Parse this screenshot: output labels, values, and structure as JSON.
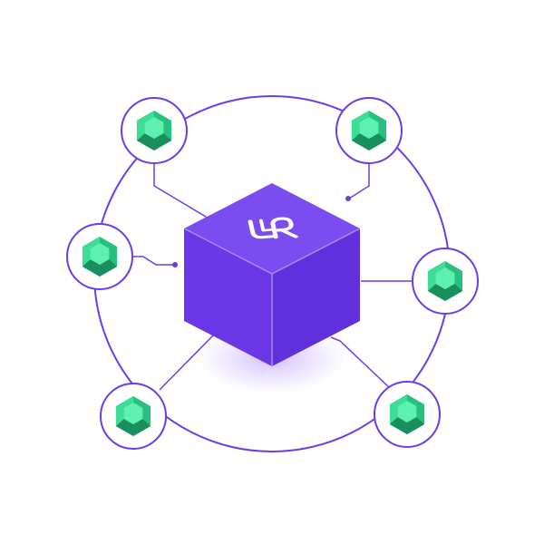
{
  "colors": {
    "background": "#ffffff",
    "ring": "#6a3de8",
    "cube_top": "#7b4cf0",
    "cube_left": "#6a36e6",
    "cube_right": "#6030dd",
    "cube_edge": "#a98bf7",
    "glow": "#c9b3ff",
    "node_border": "#6a3de8",
    "node_fill": "#ffffff",
    "gem_light": "#3ddc97",
    "gem_mid": "#27c07f",
    "gem_dark": "#1a8f5e",
    "gem_top": "#5ef0b0",
    "logo": "#ffffff"
  },
  "center": {
    "name": "central-cube",
    "logo_icon": "lp-logo-icon"
  },
  "nodes": [
    {
      "name": "node-top-left",
      "icon": "hexagon-gem-icon"
    },
    {
      "name": "node-top-right",
      "icon": "hexagon-gem-icon"
    },
    {
      "name": "node-left",
      "icon": "hexagon-gem-icon"
    },
    {
      "name": "node-right",
      "icon": "hexagon-gem-icon"
    },
    {
      "name": "node-bottom-left",
      "icon": "hexagon-gem-icon"
    },
    {
      "name": "node-bottom-right",
      "icon": "hexagon-gem-icon"
    }
  ]
}
